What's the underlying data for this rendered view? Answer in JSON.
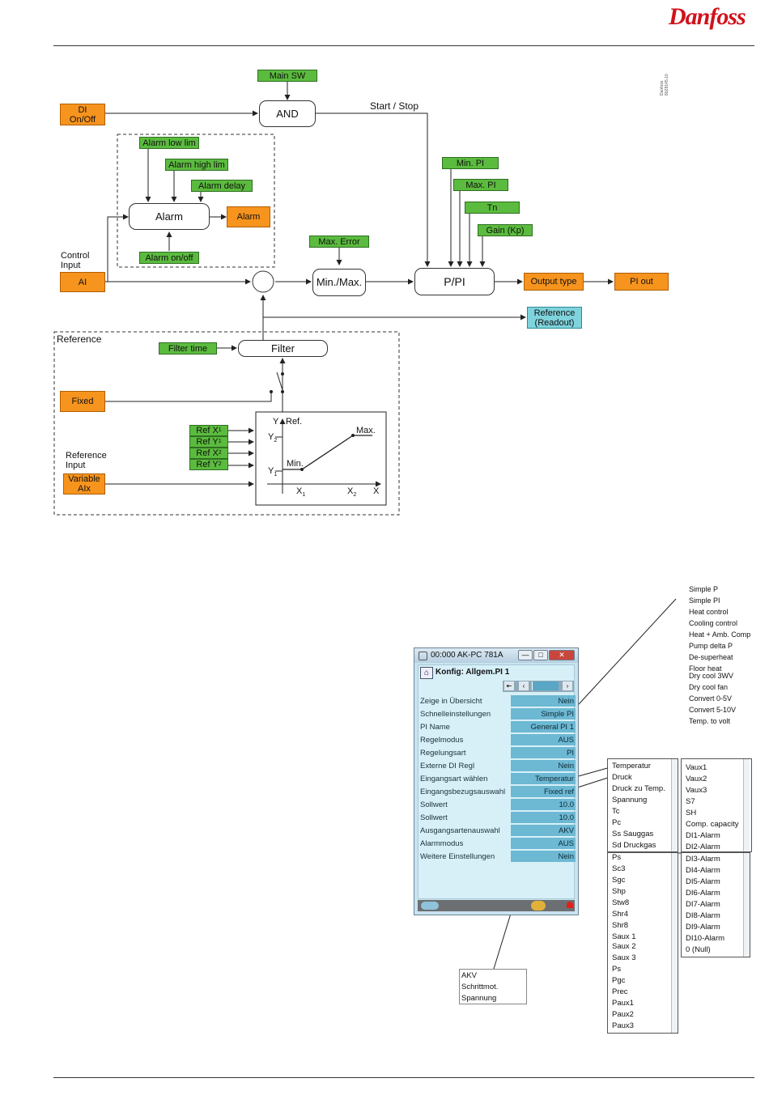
{
  "header": {
    "brand": "Danfoss"
  },
  "side_code": "Danfoss\n80Z8145.10",
  "diagram": {
    "main_sw": "Main SW",
    "di_onoff": "DI\nOn/Off",
    "and": "AND",
    "start_stop": "Start / Stop",
    "alarm_low_lim": "Alarm low lim",
    "alarm_high_lim": "Alarm high lim",
    "alarm_delay": "Alarm delay",
    "alarm_block": "Alarm",
    "alarm_out": "Alarm",
    "alarm_onoff": "Alarm on/off",
    "control_input": "Control\nInput",
    "ai": "AI",
    "max_error": "Max. Error",
    "minmax": "Min./Max.",
    "min_pi": "Min. PI",
    "max_pi": "Max. PI",
    "tn": "Tn",
    "gain": "Gain (Kp)",
    "ppi": "P/PI",
    "output_type": "Output type",
    "pi_out": "PI out",
    "reference_readout": "Reference\n(Readout)",
    "reference_title": "Reference",
    "filter_time": "Filter time",
    "filter": "Filter",
    "fixed": "Fixed",
    "ref_x1": "Ref X",
    "ref_y1": "Ref Y",
    "ref_x2": "Ref X",
    "ref_y2": "Ref Y",
    "sub1": "1",
    "sub2": "2",
    "reference_input": "Reference\nInput",
    "variable_aix": "Variable\nAIx",
    "graph": {
      "y_axis": "Y",
      "ref": "Ref.",
      "y2": "Y",
      "y1": "Y",
      "min": "Min.",
      "max": "Max.",
      "x1": "X",
      "x2": "X",
      "x": "X"
    }
  },
  "mode_list": [
    "Simple P",
    "Simple PI",
    "Heat control",
    "Cooling control",
    "Heat + Amb. Comp",
    "Pump delta P",
    "De-superheat",
    "Floor heat",
    "Dry cool 3WV",
    "Dry cool fan",
    "Convert 0-5V",
    "Convert 5-10V",
    "Temp. to volt"
  ],
  "window": {
    "title": "00:000 AK-PC 781A",
    "min": "—",
    "max": "□",
    "close": "✕",
    "header": "Konfig: Allgem.PI 1",
    "rows": [
      {
        "k": "Zeige in Übersicht",
        "v": "Nein"
      },
      {
        "k": "Schnelleinstellungen",
        "v": "Simple PI"
      },
      {
        "k": "PI Name",
        "v": "General PI 1"
      },
      {
        "k": "Regelmodus",
        "v": "AUS"
      },
      {
        "k": "Regelungsart",
        "v": "PI"
      },
      {
        "k": "Externe DI Regl",
        "v": "Nein"
      },
      {
        "k": "Eingangsart wählen",
        "v": "Temperatur"
      },
      {
        "k": "Eingangsbezugsauswahl",
        "v": "Fixed ref"
      },
      {
        "k": "Sollwert",
        "v": "10.0"
      },
      {
        "k": "Sollwert",
        "v": "10.0"
      },
      {
        "k": "Ausgangsartenauswahl",
        "v": "AKV"
      },
      {
        "k": "Alarmmodus",
        "v": "AUS"
      },
      {
        "k": "Weitere Einstellungen",
        "v": "Nein"
      }
    ]
  },
  "output_list": [
    "AKV",
    "Schrittmot.",
    "Spannung"
  ],
  "input_type_list": [
    "Temperatur",
    "Druck",
    "Druck zu Temp.",
    "Spannung",
    "Tc",
    "Pc",
    "Ss Sauggas",
    "Sd Druckgas"
  ],
  "input_list_2": [
    "Ps",
    "Sc3",
    "Sgc",
    "Shp",
    "Stw8",
    "Shr4",
    "Shr8",
    "Saux 1",
    "Saux 2",
    "Saux 3",
    "Ps",
    "Pgc",
    "Prec",
    "Paux1",
    "Paux2",
    "Paux3"
  ],
  "vaux_list": [
    "Vaux1",
    "Vaux2",
    "Vaux3",
    "S7",
    "SH",
    "Comp. capacity",
    "DI1-Alarm",
    "DI2-Alarm"
  ],
  "alarm_list": [
    "DI3-Alarm",
    "DI4-Alarm",
    "DI5-Alarm",
    "DI6-Alarm",
    "DI7-Alarm",
    "DI8-Alarm",
    "DI9-Alarm",
    "DI10-Alarm",
    "0 (Null)"
  ]
}
